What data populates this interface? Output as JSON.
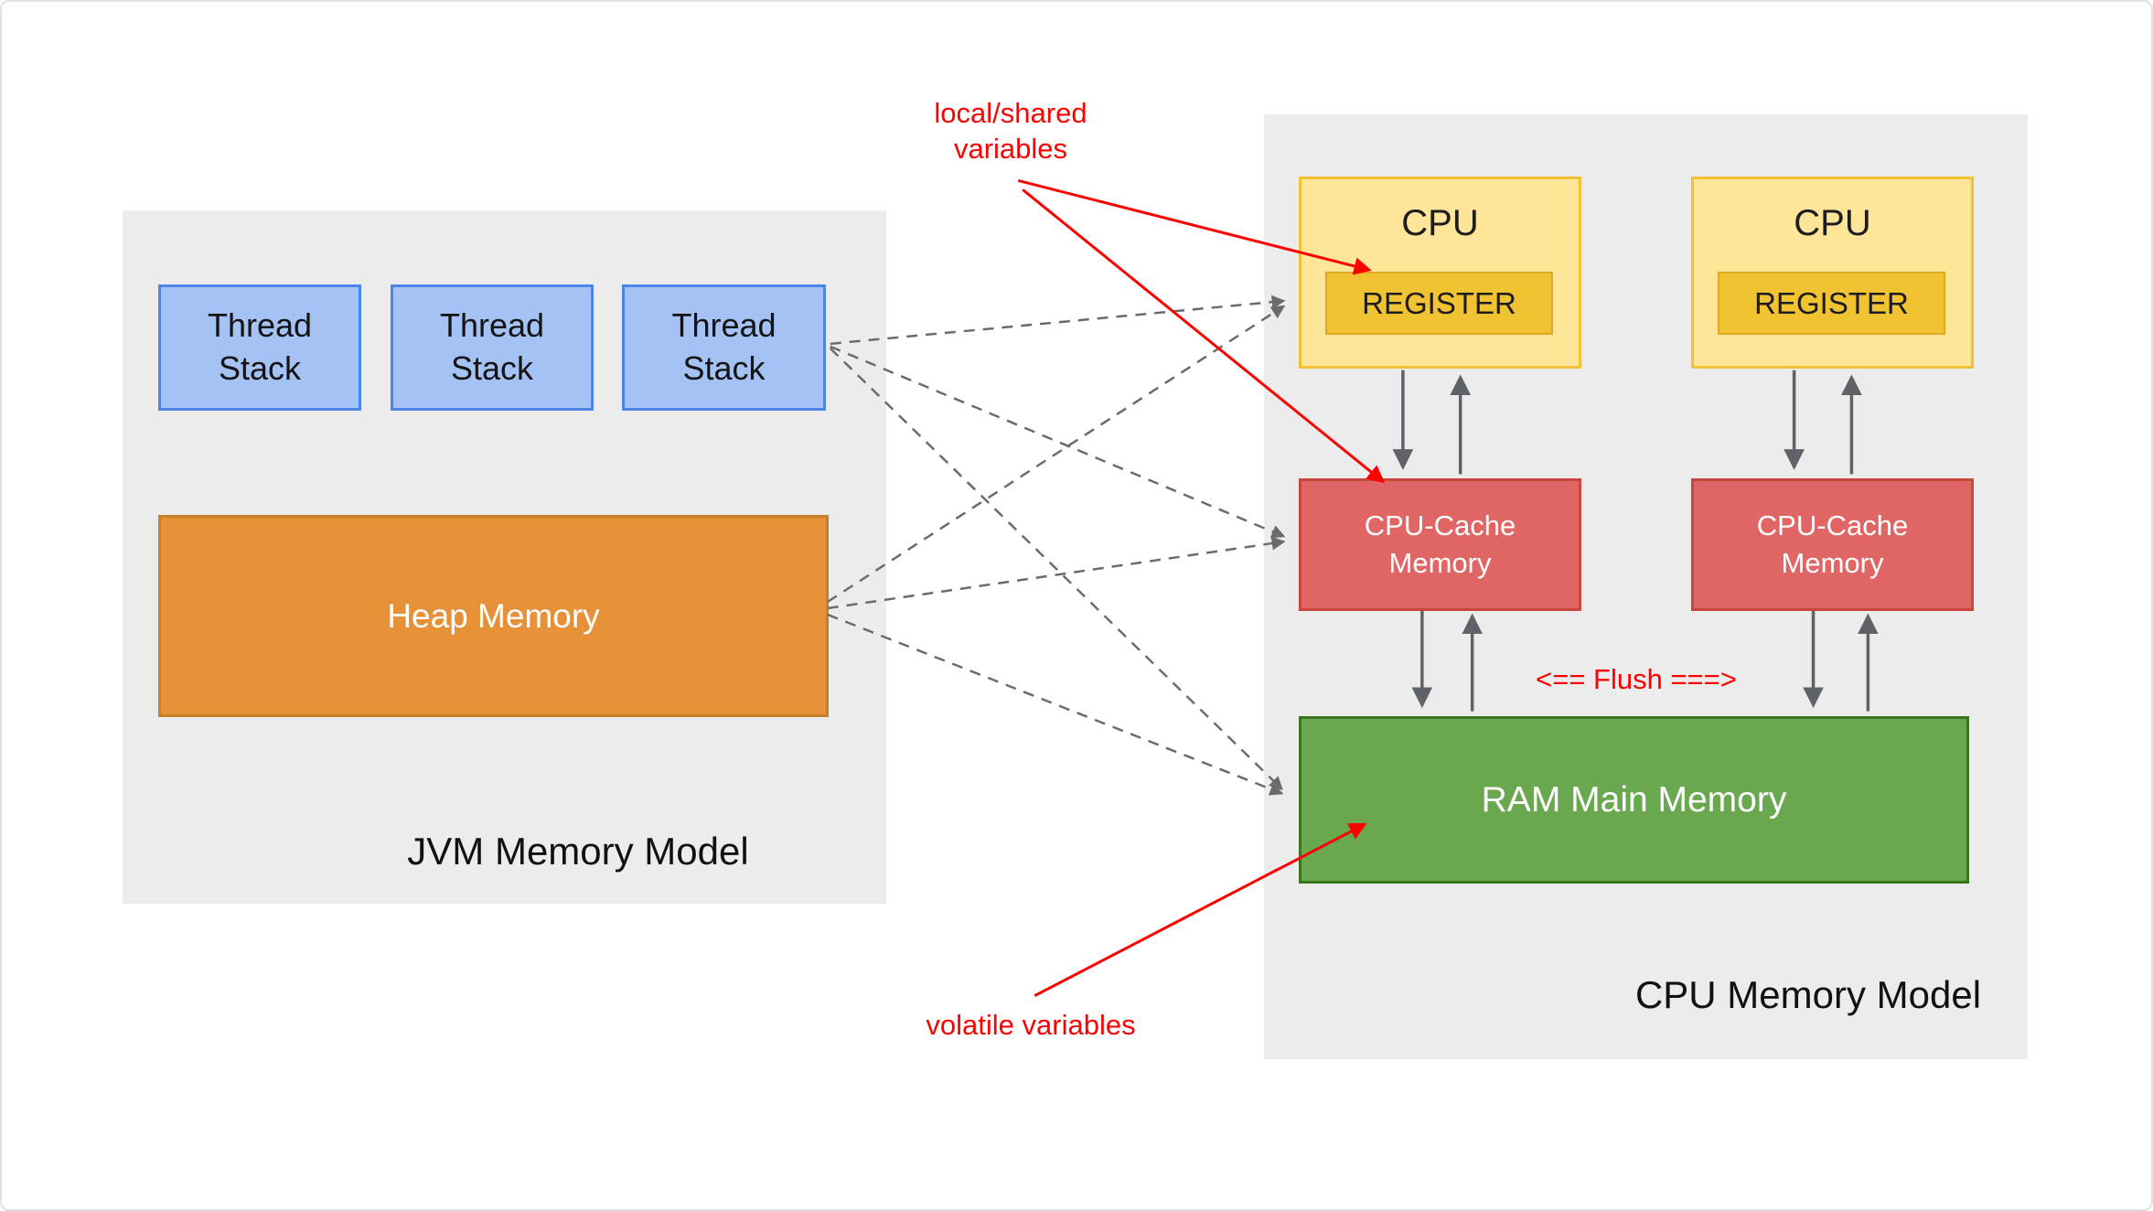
{
  "colors": {
    "panel-bg": "#ececec",
    "thread-fill": "#a4c2f4",
    "thread-border": "#4a86e8",
    "heap-fill": "#e69138",
    "heap-border": "#c77f2a",
    "cpu-fill": "#ffe599",
    "cpu-border": "#f1c232",
    "register-fill": "#f1c232",
    "register-border": "#dfa920",
    "cache-fill": "#e06666",
    "cache-border": "#c9463d",
    "ram-fill": "#6aa84f",
    "ram-border": "#38761d",
    "arrow-gray": "#5f6368",
    "dashed-arrow-gray": "#6b6b6b",
    "annotation-red": "#ff0000",
    "text-light": "#ffffff"
  },
  "jvm_panel": {
    "label": "JVM Memory Model",
    "thread_stacks": [
      "Thread\nStack",
      "Thread\nStack",
      "Thread\nStack"
    ],
    "heap_label": "Heap Memory"
  },
  "cpu_panel": {
    "label": "CPU Memory Model",
    "flush_label": "<== Flush ===>",
    "cpus": [
      {
        "label": "CPU",
        "register": "REGISTER",
        "cache": "CPU-Cache\nMemory"
      },
      {
        "label": "CPU",
        "register": "REGISTER",
        "cache": "CPU-Cache\nMemory"
      }
    ],
    "ram_label": "RAM Main Memory"
  },
  "annotations": {
    "local_shared": "local/shared\nvariables",
    "volatile": "volatile variables"
  }
}
